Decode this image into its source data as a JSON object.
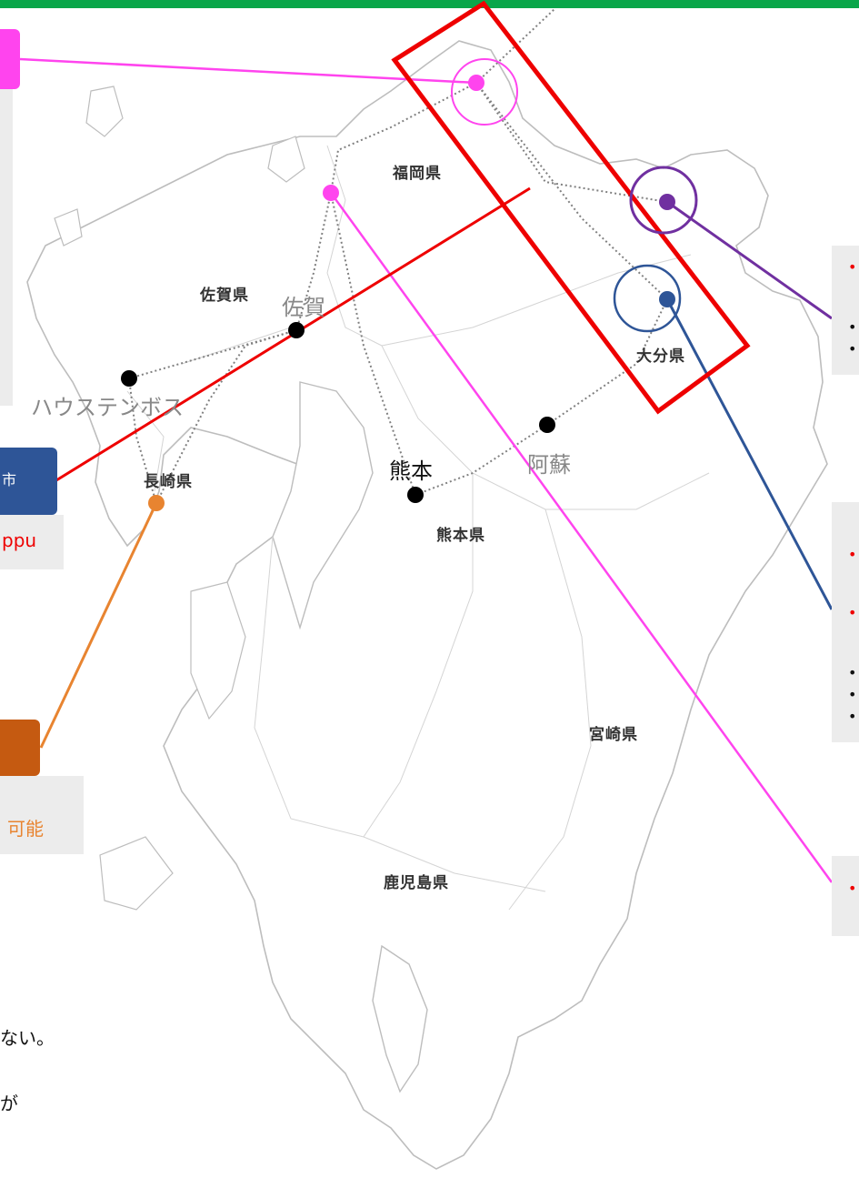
{
  "prefectures": {
    "fukuoka": "福岡県",
    "saga": "佐賀県",
    "nagasaki": "長崎県",
    "oita": "大分県",
    "kumamoto": "熊本県",
    "miyazaki": "宮崎県",
    "kagoshima": "鹿児島県"
  },
  "places": {
    "saga": "佐賀",
    "huis_ten_bosch": "ハウステンボス",
    "kumamoto": "熊本",
    "aso": "阿蘇"
  },
  "callouts": {
    "blue_head_fragment": "市",
    "left_text_fragment": "ppu",
    "orange_text_fragment": "可能"
  },
  "bottom_text": {
    "line1": "ない。",
    "line2": "が"
  },
  "colors": {
    "top_bar": "#0aa64a",
    "magenta": "#ff44ee",
    "red": "#ee0000",
    "purple": "#7030a0",
    "navy": "#2e5597",
    "orange": "#e88430",
    "orange_dark": "#c55a11",
    "callout_body": "#ececec"
  }
}
